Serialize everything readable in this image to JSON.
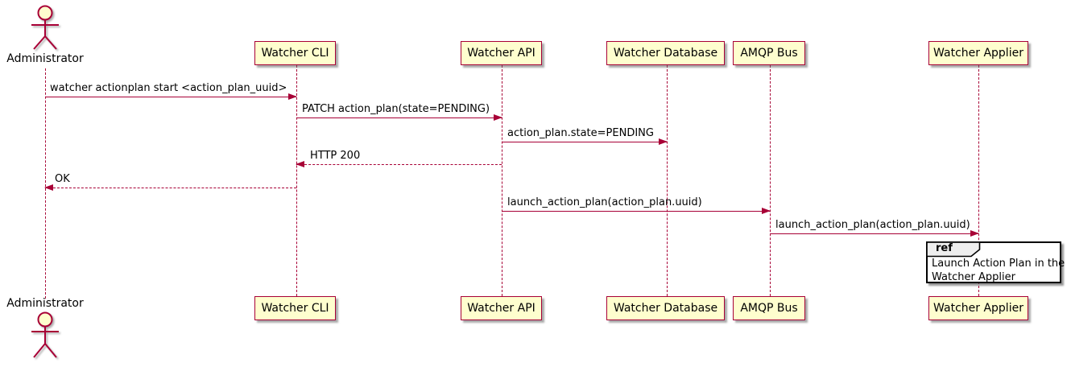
{
  "diagram_type": "uml-sequence",
  "actor": {
    "label": "Administrator"
  },
  "participants": [
    {
      "label": "Watcher CLI"
    },
    {
      "label": "Watcher API"
    },
    {
      "label": "Watcher Database"
    },
    {
      "label": "AMQP Bus"
    },
    {
      "label": "Watcher Applier"
    }
  ],
  "messages": [
    {
      "label": "watcher actionplan start <action_plan_uuid>",
      "from": "Administrator",
      "to": "Watcher CLI",
      "line": "solid"
    },
    {
      "label": "PATCH action_plan(state=PENDING)",
      "from": "Watcher CLI",
      "to": "Watcher API",
      "line": "solid"
    },
    {
      "label": "action_plan.state=PENDING",
      "from": "Watcher API",
      "to": "Watcher Database",
      "line": "solid"
    },
    {
      "label": "HTTP 200",
      "from": "Watcher API",
      "to": "Watcher CLI",
      "line": "dashed"
    },
    {
      "label": "OK",
      "from": "Watcher CLI",
      "to": "Administrator",
      "line": "dashed"
    },
    {
      "label": "launch_action_plan(action_plan.uuid)",
      "from": "Watcher API",
      "to": "AMQP Bus",
      "line": "solid"
    },
    {
      "label": "launch_action_plan(action_plan.uuid)",
      "from": "AMQP Bus",
      "to": "Watcher Applier",
      "line": "solid"
    }
  ],
  "ref_fragment": {
    "keyword": "ref",
    "line1": "Launch Action Plan in the",
    "line2": "Watcher Applier",
    "over": "Watcher Applier"
  },
  "colors": {
    "accent": "#A80036",
    "participant_fill": "#FEFECE",
    "ref_tab_fill": "#EEEEEE",
    "ref_border": "#000000",
    "text": "#000000",
    "background": "#FFFFFF"
  }
}
